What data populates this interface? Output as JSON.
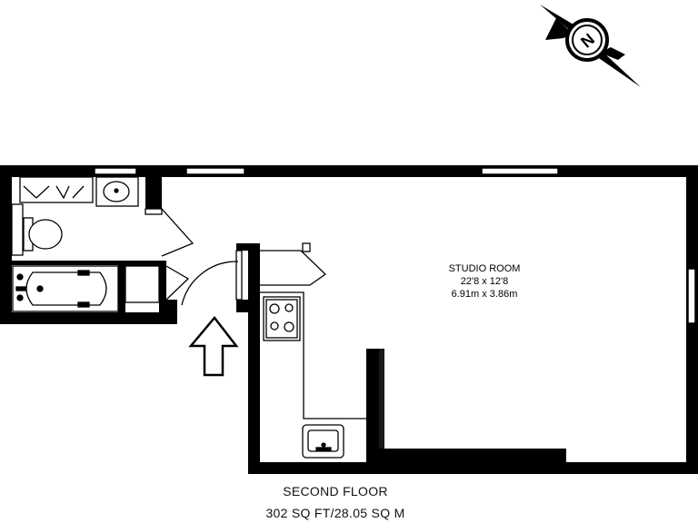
{
  "compass": {
    "letter": "N",
    "icon": "north-compass-icon"
  },
  "rooms": [
    {
      "name": "STUDIO ROOM",
      "dims_imperial": "22'8 x 12'8",
      "dims_metric": "6.91m x 3.86m"
    }
  ],
  "entrance": {
    "icon": "entrance-arrow-icon"
  },
  "fixtures": [
    "wardrobe",
    "wash-basin",
    "toilet",
    "bathtub",
    "cupboard",
    "hob",
    "kitchen-sink"
  ],
  "footer": {
    "floor_name": "SECOND FLOOR",
    "floor_area": "302 SQ FT/28.05 SQ M"
  },
  "colors": {
    "wall": "#000000",
    "background": "#ffffff"
  }
}
